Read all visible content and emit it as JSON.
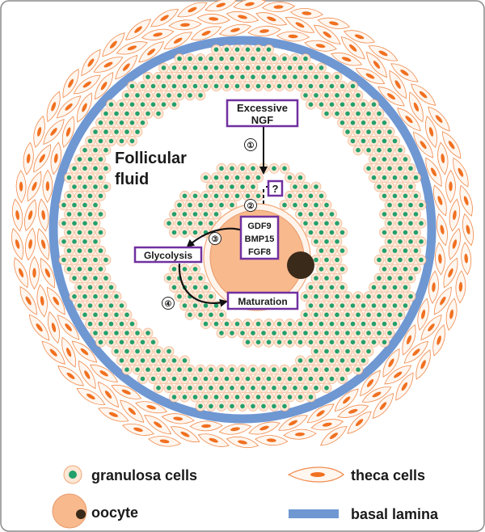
{
  "labels": {
    "excessive": "Excessive",
    "ngf": "NGF",
    "follicular": "Follicular",
    "fluid": "fluid",
    "question": "?",
    "gdf9": "GDF9",
    "bmp15": "BMP15",
    "fgf8": "FGF8",
    "glycolysis": "Glycolysis",
    "maturation": "Maturation"
  },
  "steps": [
    "①",
    "②",
    "③",
    "④"
  ],
  "legend": {
    "granulosa": "granulosa cells",
    "theca": "theca cells",
    "oocyte": "oocyte",
    "basal": "basal lamina"
  },
  "colors": {
    "granulosa_fill": "#fde7d6",
    "granulosa_stroke": "#f0a878",
    "granulosa_nucleus": "#22a06b",
    "theca_stroke": "#f08a4b",
    "theca_nucleus": "#f07020",
    "oocyte": "#f8b98d",
    "oocyte_nucleus": "#3a2a1a",
    "basal_lamina": "#6f97d2",
    "box_border": "#7030a0",
    "outer_frame": "#8a8a8a"
  }
}
